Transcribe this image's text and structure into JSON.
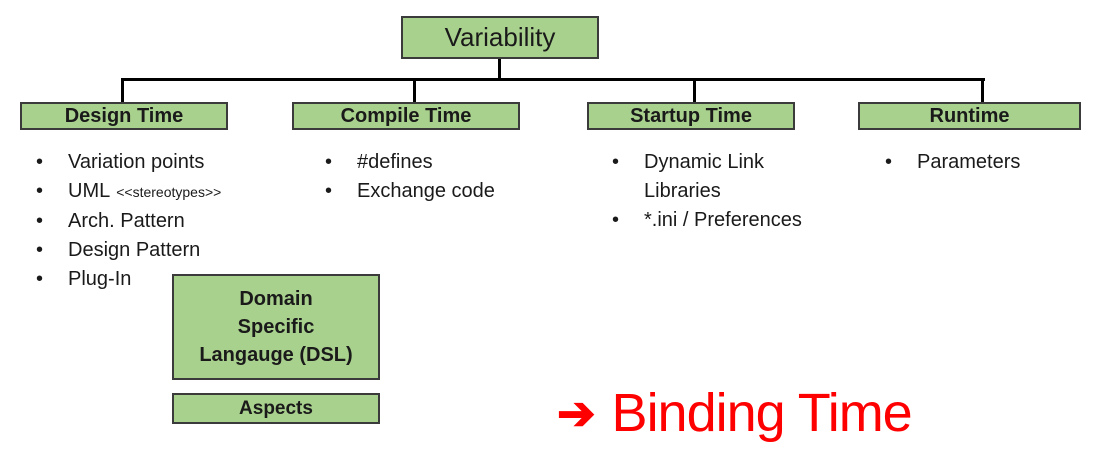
{
  "diagram_title": "Variability",
  "root_box": {
    "label": "Variability"
  },
  "bullet_glyph": "•",
  "columns": [
    {
      "header": "Design Time",
      "items": [
        {
          "text": "Variation points"
        },
        {
          "text": "UML",
          "suffix": "<<stereotypes>>"
        },
        {
          "text": "Arch. Pattern"
        },
        {
          "text": "Design Pattern"
        },
        {
          "text": "Plug-In"
        }
      ]
    },
    {
      "header": "Compile Time",
      "items": [
        {
          "text": "#defines"
        },
        {
          "text": "Exchange code"
        }
      ]
    },
    {
      "header": "Startup Time",
      "items": [
        {
          "text": "Dynamic Link Libraries"
        },
        {
          "text": "*.ini / Preferences"
        }
      ]
    },
    {
      "header": "Runtime",
      "items": [
        {
          "text": "Parameters"
        }
      ]
    }
  ],
  "dsl_box": {
    "lines": [
      "Domain",
      "Specific",
      "Langauge (DSL)"
    ]
  },
  "aspects_box": {
    "label": "Aspects"
  },
  "binding_time": {
    "arrow_glyph": "➔",
    "label": "Binding Time",
    "color": "#FF0000"
  },
  "colors": {
    "box_fill": "#A9D18E",
    "box_border": "#3B3B3B",
    "connector": "#000000",
    "text": "#1A1A1A"
  }
}
